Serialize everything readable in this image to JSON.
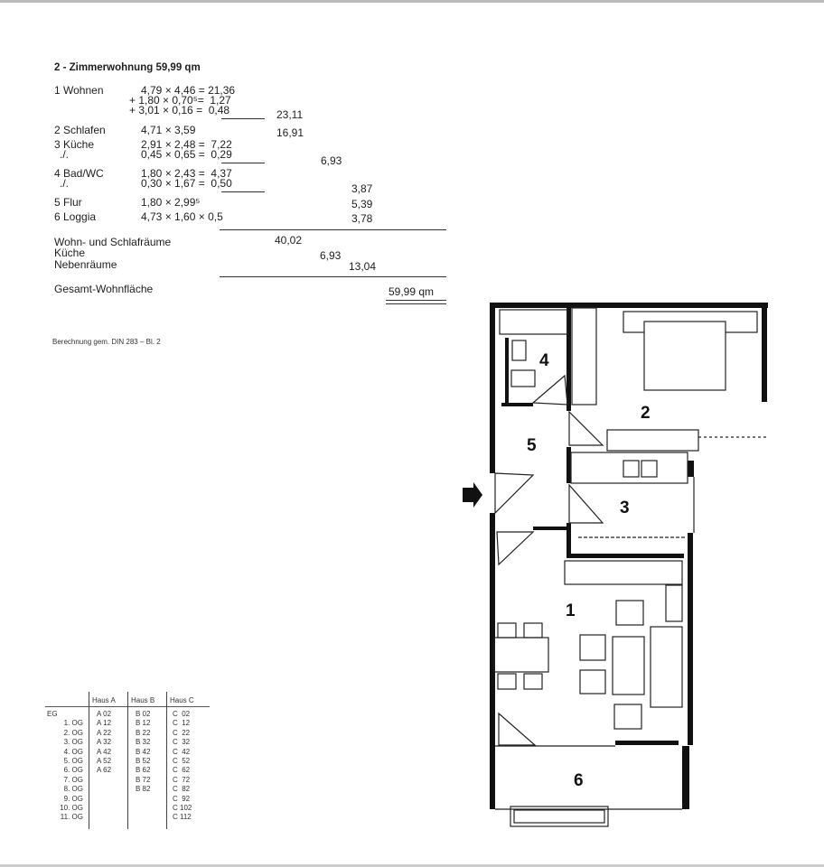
{
  "title": "2 - Zimmerwohnung 59,99 qm",
  "rooms": [
    {
      "label": "1 Wohnen",
      "lines": [
        "4,79 × 4,46 = 21,36",
        "+ 1,80 × 0,70⁵=  1,27",
        "+ 3,01 × 0,16 =  0,48"
      ],
      "total": "23,11"
    },
    {
      "label": "2 Schlafen",
      "lines": [
        "4,71 × 3,59"
      ],
      "total": "16,91"
    },
    {
      "label": "3 Küche",
      "sub": "./.",
      "lines": [
        "2,91 × 2,48 =  7,22",
        "0,45 × 0,65 =  0,29"
      ],
      "total": "6,93"
    },
    {
      "label": "4 Bad/WC",
      "sub": "./.",
      "lines": [
        "1,80 × 2,43 =  4,37",
        "0,30 × 1,67 =  0,50"
      ],
      "total": "3,87"
    },
    {
      "label": "5 Flur",
      "lines": [
        "1,80 × 2,99⁵"
      ],
      "total": "5,39"
    },
    {
      "label": "6 Loggia",
      "lines": [
        "4,73 × 1,60 × 0,5"
      ],
      "total": "3,78"
    }
  ],
  "summary": [
    {
      "label": "Wohn- und Schlafräume",
      "value": "40,02"
    },
    {
      "label": "Küche",
      "value": "6,93"
    },
    {
      "label": "Nebenräume",
      "value": "13,04"
    }
  ],
  "total": {
    "label": "Gesamt-Wohnfläche",
    "value": "59,99 qm"
  },
  "footnote": "Berechnung gem. DIN 283 – Bl. 2",
  "plan_labels": [
    "1",
    "2",
    "3",
    "4",
    "5",
    "6"
  ],
  "entry_icon": "entry-arrow-icon",
  "house_table": {
    "headers": [
      "Haus A",
      "Haus B",
      "Haus C"
    ],
    "floors": [
      "EG",
      "1. OG",
      "2. OG",
      "3. OG",
      "4. OG",
      "5. OG",
      "6. OG",
      "7. OG",
      "8. OG",
      "9. OG",
      "10. OG",
      "11. OG"
    ],
    "haus_a": [
      "A 02",
      "A 12",
      "A 22",
      "A 32",
      "A 42",
      "A 52",
      "A 62"
    ],
    "haus_b": [
      "B 02",
      "B 12",
      "B 22",
      "B 32",
      "B 42",
      "B 52",
      "B 62",
      "B 72",
      "B 82"
    ],
    "haus_c": [
      "C  02",
      "C  12",
      "C  22",
      "C  32",
      "C  42",
      "C  52",
      "C  62",
      "C  72",
      "C  82",
      "C  92",
      "C 102",
      "C 112"
    ]
  }
}
